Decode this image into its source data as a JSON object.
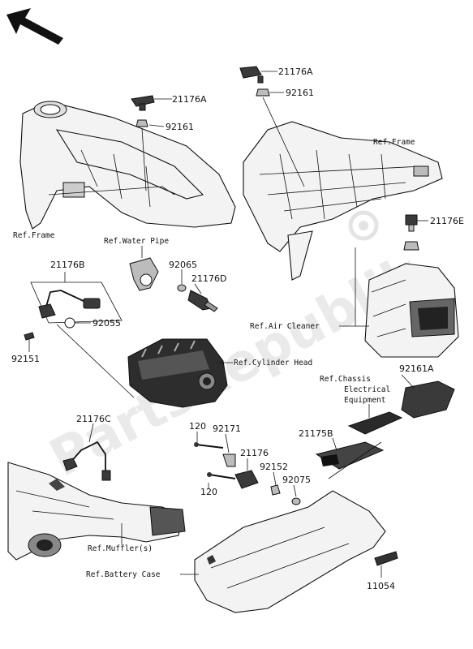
{
  "watermark": "PartsRepublik",
  "callouts": {
    "p21176A_left": "21176A",
    "p92161_left": "92161",
    "p21176A_right": "21176A",
    "p92161_right": "92161",
    "p21176E": "21176E",
    "p21176B": "21176B",
    "p92065": "92065",
    "p21176D": "21176D",
    "p92055": "92055",
    "p92151": "92151",
    "p92161A": "92161A",
    "p21176C": "21176C",
    "p120_top": "120",
    "p92171": "92171",
    "p21176": "21176",
    "p92152": "92152",
    "p92075": "92075",
    "p120_bottom": "120",
    "p21175B": "21175B",
    "p11054": "11054"
  },
  "refs": {
    "frame_left": "Ref.Frame",
    "frame_right": "Ref.Frame",
    "water_pipe": "Ref.Water Pipe",
    "air_cleaner": "Ref.Air Cleaner",
    "cylinder_head": "Ref.Cylinder Head",
    "chassis_line1": "Ref.Chassis",
    "chassis_line2": "Electrical",
    "chassis_line3": "Equipment",
    "muffler": "Ref.Muffler(s)",
    "battery_case": "Ref.Battery Case"
  },
  "icons": {
    "direction": "front-arrow-icon"
  }
}
